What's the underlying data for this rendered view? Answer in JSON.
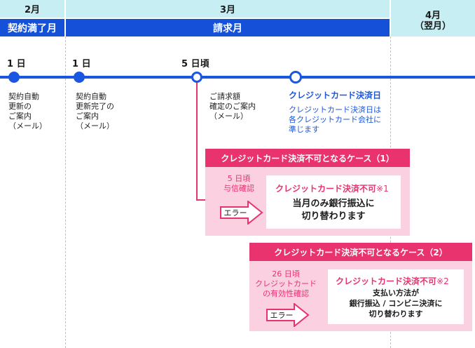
{
  "months": {
    "feb": {
      "label": "2月",
      "phase": "契約満了月"
    },
    "mar": {
      "label": "3月",
      "phase": "請求月"
    },
    "apr": {
      "label": "4月",
      "sub": "（翌月）"
    }
  },
  "events": [
    {
      "day": "1 日",
      "note": [
        "契約自動",
        "更新の",
        "ご案内",
        "（メール）"
      ]
    },
    {
      "day": "1 日",
      "note": [
        "契約自動",
        "更新完了の",
        "ご案内",
        "（メール）"
      ]
    },
    {
      "day": "5 日頃",
      "note": [
        "ご請求額",
        "確定のご案内",
        "（メール）"
      ]
    },
    {
      "day": "",
      "title": "クレジットカード決済日",
      "note": [
        "クレジットカード決済日は",
        "各クレジットカード会社に",
        "準じます"
      ]
    }
  ],
  "case1": {
    "header": "クレジットカード決済不可となるケース（1）",
    "timing": [
      "5 日頃",
      "与信確認"
    ],
    "error": "エラー",
    "result_title": "クレジットカード決済不可",
    "result_mark": "※1",
    "result_text": [
      "当月のみ銀行振込に",
      "切り替わります"
    ]
  },
  "case2": {
    "header": "クレジットカード決済不可となるケース（2）",
    "timing": [
      "26 日頃",
      "クレジットカード",
      "の有効性確認"
    ],
    "error": "エラー",
    "result_title": "クレジットカード決済不可",
    "result_mark": "※2",
    "result_text": [
      "支払い方法が",
      "銀行振込 / コンビニ決済に",
      "切り替わります"
    ]
  },
  "colors": {
    "blue": "#1450d8",
    "cyan": "#c6eef3",
    "pink": "#e8336e",
    "pink_light": "#fbd0e0"
  }
}
